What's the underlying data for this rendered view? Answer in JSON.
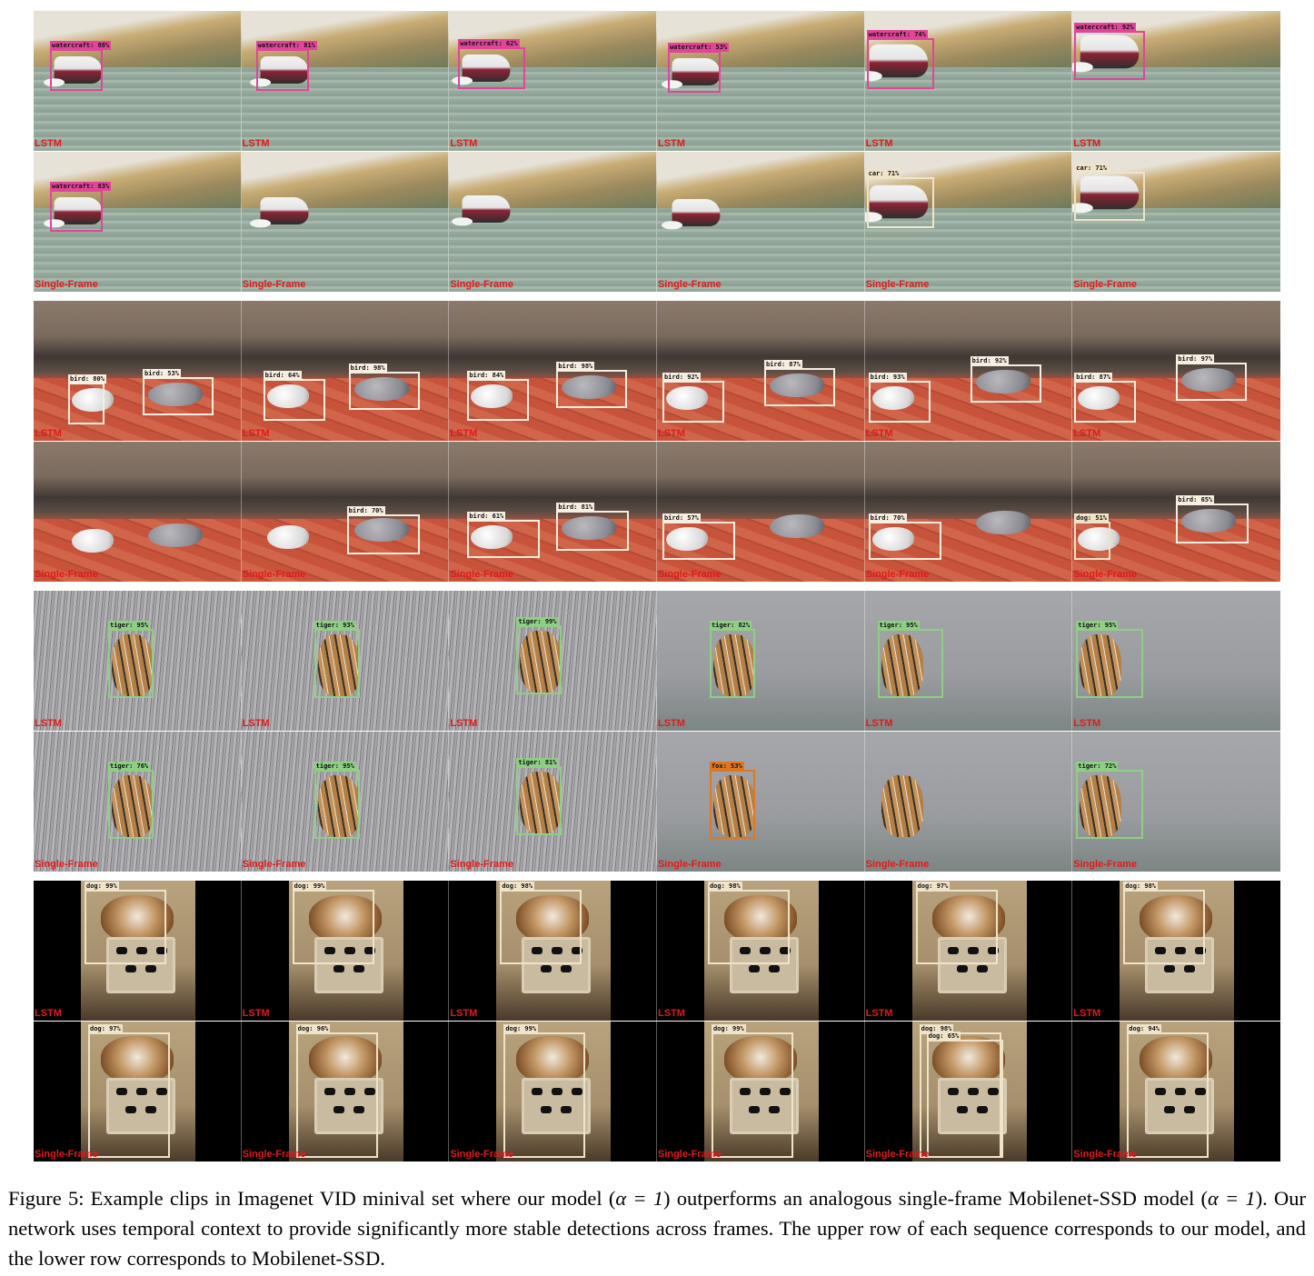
{
  "figure": {
    "row_labels": {
      "top": "LSTM",
      "bottom": "Single-Frame"
    },
    "colors": {
      "watercraft": "#e2449a",
      "car": "#efe3c8",
      "bird": "#f6eee0",
      "tiger": "#8ecf84",
      "fox": "#e0771f",
      "dog": "#efe3c8",
      "row_label": "#e21a1a"
    },
    "groups": [
      {
        "name": "boat",
        "lstm": [
          "watercraft: 88%",
          "watercraft: 81%",
          "watercraft: 62%",
          "watercraft: 53%",
          "watercraft: 74%",
          "watercraft: 92%"
        ],
        "single": [
          "watercraft: 83%",
          "",
          "",
          "",
          "car: 71%",
          "car: 71%"
        ]
      },
      {
        "name": "bird",
        "lstm": [
          [
            "bird: 80%",
            "bird: 53%"
          ],
          [
            "bird: 64%",
            "bird: 98%"
          ],
          [
            "bird: 84%",
            "bird: 98%"
          ],
          [
            "bird: 92%",
            "bird: 87%"
          ],
          [
            "bird: 93%",
            "bird: 92%"
          ],
          [
            "bird: 87%",
            "bird: 97%"
          ]
        ],
        "single": [
          [],
          [
            "bird: 70%"
          ],
          [
            "bird: 61%",
            "bird: 81%"
          ],
          [
            "bird: 57%"
          ],
          [
            "bird: 70%"
          ],
          [
            "dog: 51%",
            "bird: 65%"
          ]
        ]
      },
      {
        "name": "tiger",
        "lstm": [
          "tiger: 95%",
          "tiger: 93%",
          "tiger: 99%",
          "tiger: 82%",
          "tiger: 95%",
          "tiger: 95%"
        ],
        "single": [
          "tiger: 76%",
          "tiger: 95%",
          "tiger: 81%",
          "fox: 53%",
          "",
          "tiger: 72%"
        ]
      },
      {
        "name": "dog",
        "lstm": [
          "dog: 99%",
          "dog: 99%",
          "dog: 98%",
          "dog: 98%",
          "dog: 97%",
          "dog: 98%"
        ],
        "single": [
          [
            "dog: 97%"
          ],
          [
            "dog: 96%"
          ],
          [
            "dog: 99%"
          ],
          [
            "dog: 99%"
          ],
          [
            "dog: 98%",
            "dog: 65%"
          ],
          [
            "dog: 94%"
          ]
        ]
      }
    ]
  },
  "caption": {
    "text_1": "Figure 5: Example clips in Imagenet VID minival set where our model (",
    "alpha_1": "α = 1",
    "text_2": ") outperforms an analogous single-frame Mobilenet-SSD model (",
    "alpha_2": "α = 1",
    "text_3": "). Our network uses temporal context to provide significantly more stable detections across frames. The upper row of each sequence corresponds to our model, and the lower row corresponds to Mobilenet-SSD."
  }
}
